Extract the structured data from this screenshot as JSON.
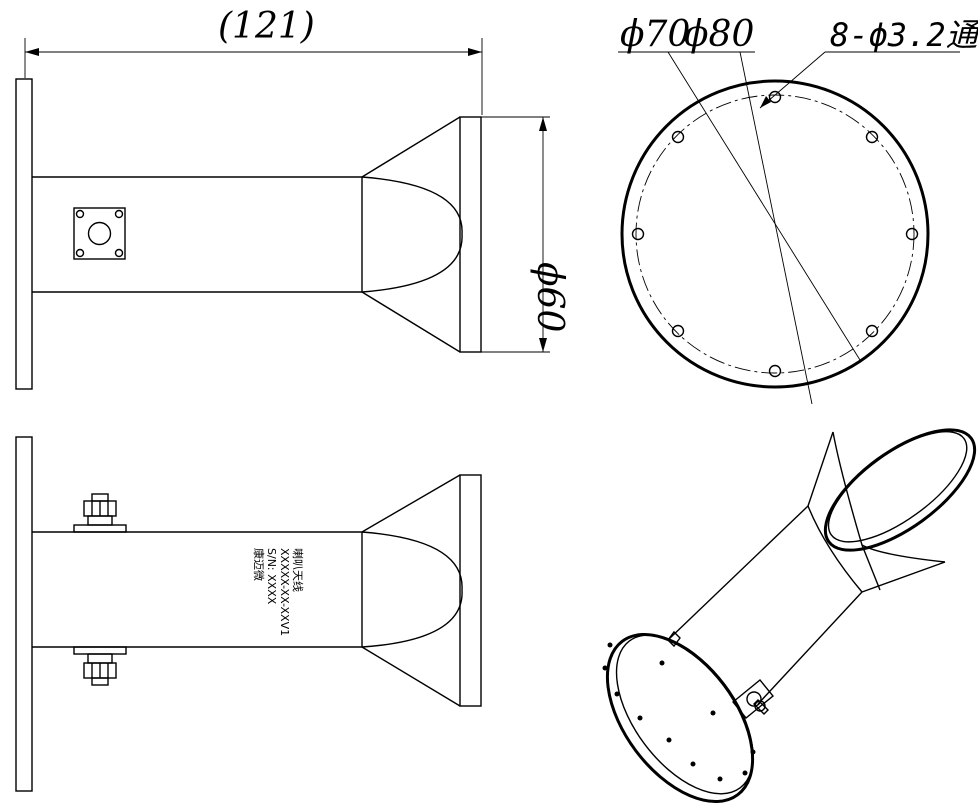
{
  "dimensions": {
    "length_label": "(121)",
    "diameter_label": "ϕ60",
    "inner_circle_label": "ϕ70",
    "bolt_circle_label": "ϕ80",
    "holes_label": "8-ϕ3.2通"
  },
  "nameplate": {
    "line1": "喇叭天线",
    "line2": "XXXXX-XX-XXV1",
    "line3": "S/N: XXXX",
    "line4": "康迈微"
  },
  "colors": {
    "stroke": "#000000",
    "background": "#ffffff"
  }
}
